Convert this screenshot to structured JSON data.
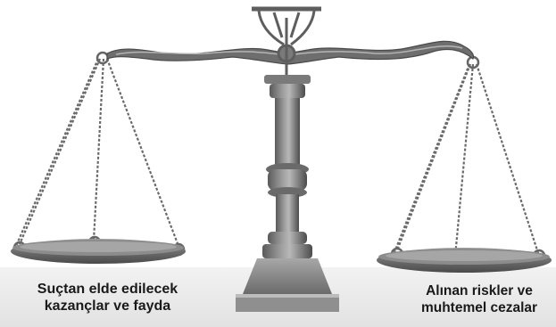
{
  "image": {
    "subject": "balance-scale",
    "colors": {
      "background": "#ffffff",
      "metal_dark": "#5c5c5c",
      "metal_mid": "#8a8a8a",
      "metal_light": "#c4c4c4",
      "caption_text": "#1a1a1a"
    }
  },
  "captions": {
    "left": {
      "line1": "Suçtan elde edilecek",
      "line2": "kazançlar ve fayda"
    },
    "right": {
      "line1": "Alınan riskler ve",
      "line2": "muhtemel cezalar"
    }
  }
}
